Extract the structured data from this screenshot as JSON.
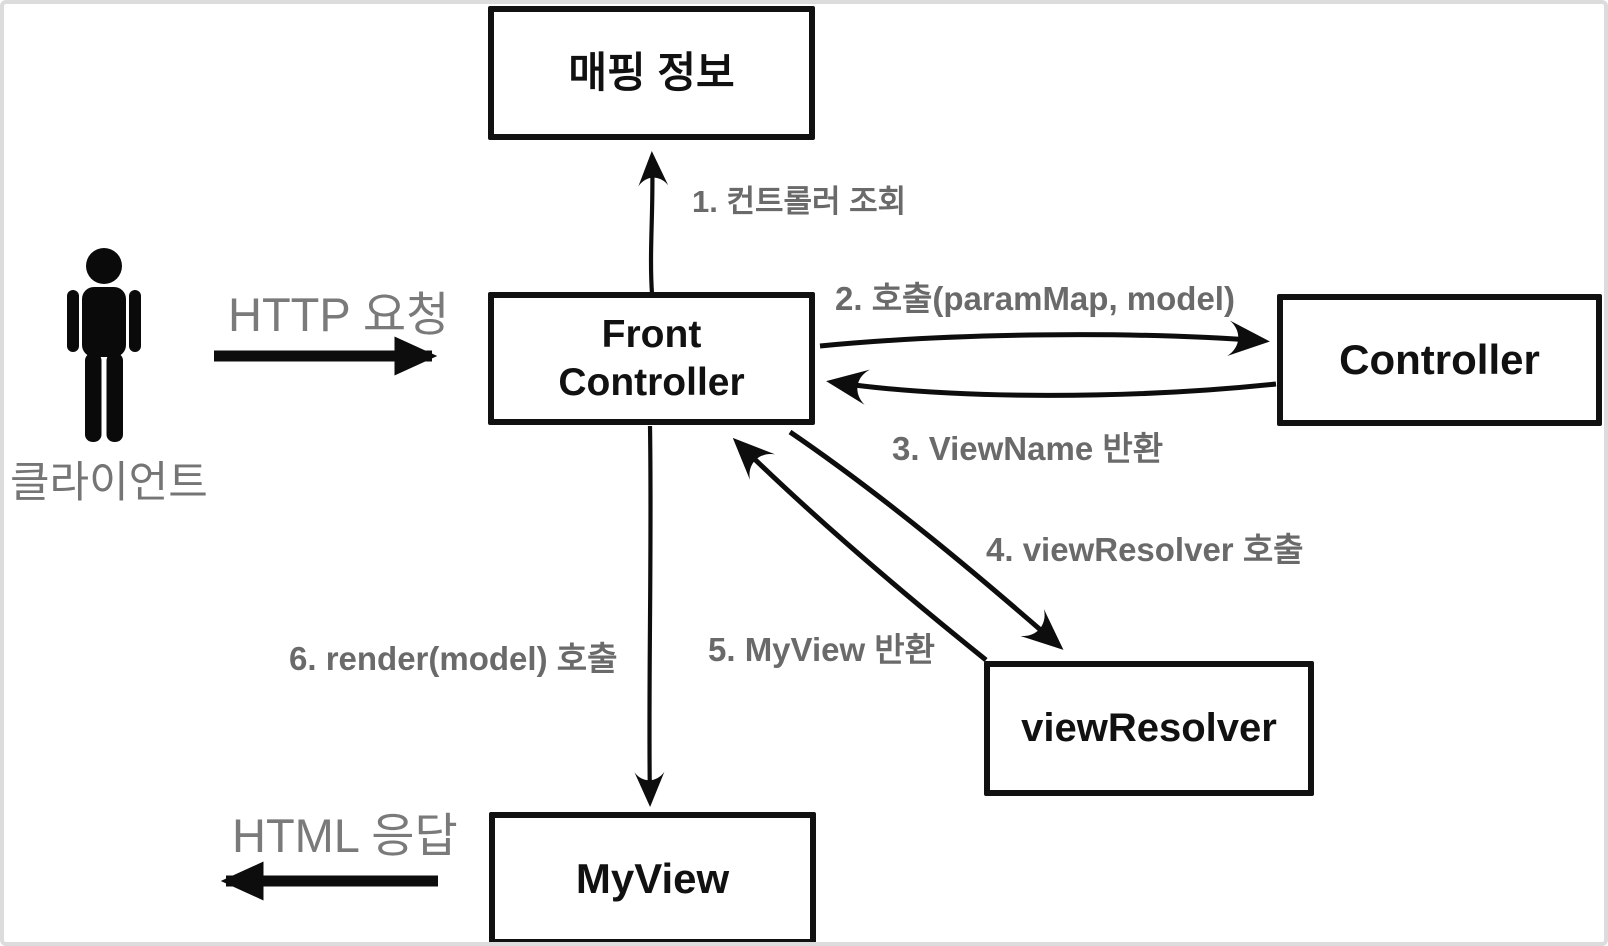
{
  "diagram": {
    "boxes": {
      "mapping_info": "매핑 정보",
      "front_controller": "Front\nController",
      "controller": "Controller",
      "view_resolver": "viewResolver",
      "my_view": "MyView"
    },
    "client_label": "클라이언트",
    "flow_labels": {
      "http_request": "HTTP 요청",
      "html_response": "HTML 응답",
      "step_1": "1. 컨트롤러 조회",
      "step_2": "2. 호출(paramMap, model)",
      "step_3": "3. ViewName 반환",
      "step_4": "4. viewResolver 호출",
      "step_5": "5. MyView 반환",
      "step_6": "6. render(model) 호출"
    },
    "icons": {
      "client_icon": "person-silhouette"
    },
    "colors": {
      "background": "#ffffff",
      "frame_border": "#dcdcdc",
      "box_border": "#111111",
      "box_text": "#111111",
      "step_label_gray": "#6a6a6a",
      "io_label_gray": "#7a7a7a",
      "arrow_black": "#0d0d0d"
    }
  }
}
